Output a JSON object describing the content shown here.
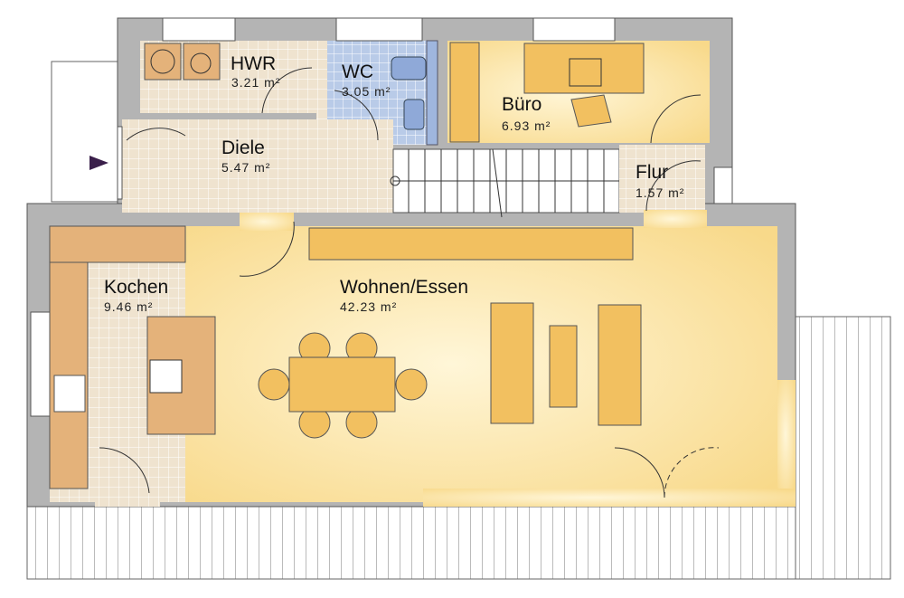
{
  "rooms": [
    {
      "name": "HWR",
      "area": "3.21 m²"
    },
    {
      "name": "WC",
      "area": "3.05 m²"
    },
    {
      "name": "Büro",
      "area": "6.93 m²"
    },
    {
      "name": "Diele",
      "area": "5.47 m²"
    },
    {
      "name": "Flur",
      "area": "1.57 m²"
    },
    {
      "name": "Kochen",
      "area": "9.46 m²"
    },
    {
      "name": "Wohnen/Essen",
      "area": "42.23 m²"
    }
  ],
  "colors": {
    "wall": "#b4b4b4",
    "tile_beige": "#efe3cf",
    "tile_blue": "#b9cbe8",
    "living_yellow": "#fbe39a"
  }
}
